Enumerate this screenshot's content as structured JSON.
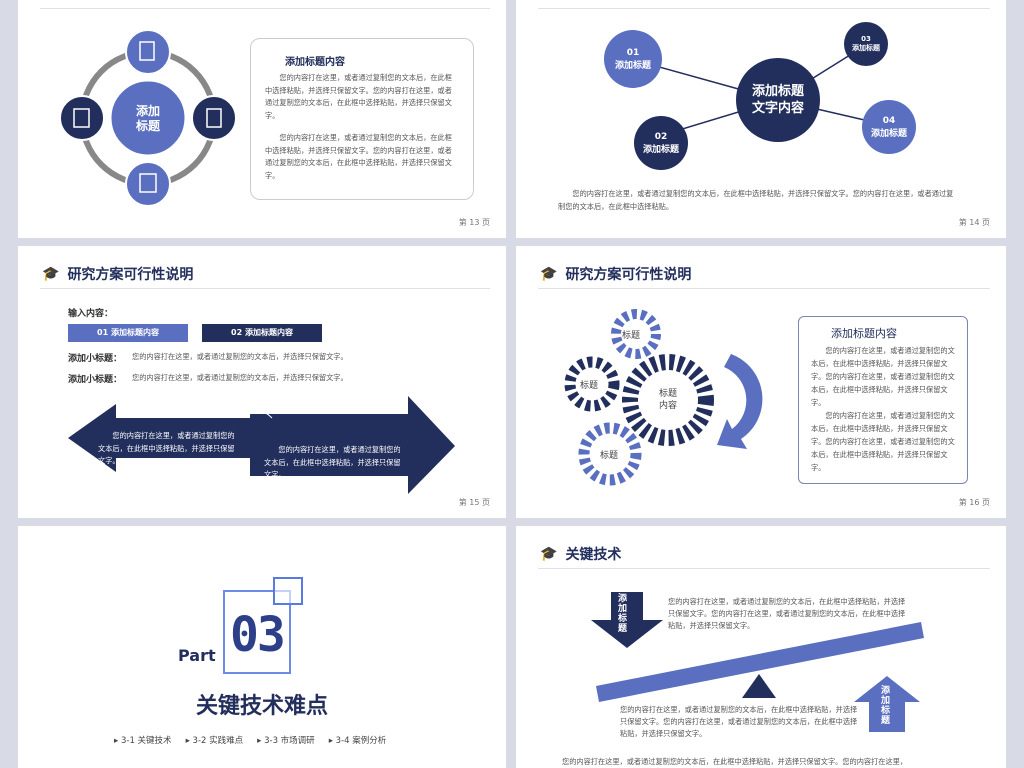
{
  "colors": {
    "navy": "#222e5c",
    "accent": "#5a6fc0",
    "background": "#d8dbe5"
  },
  "body_text": "您的内容打在这里，或者通过复制您的文本后，在此框中选择粘贴，并选择只保留文字。您的内容打在这里，或者通过复制您的文本后，在此框中选择粘贴，并选择只保留文字。",
  "slide13": {
    "center": "添加\n标题",
    "box_title": "添加标题内容",
    "para1": "您的内容打在这里，或者通过复制您的文本后，在此框中选择粘贴，并选择只保留文字。您的内容打在这里，或者通过复制您的文本后，在此框中选择粘贴，并选择只保留文字。",
    "para2": "您的内容打在这里，或者通过复制您的文本后，在此框中选择粘贴，并选择只保留文字。您的内容打在这里，或者通过复制您的文本后，在此框中选择粘贴，并选择只保留文字。",
    "page": "第 13 页"
  },
  "slide14": {
    "center": "添加标题\n文字内容",
    "nodes": [
      {
        "num": "01",
        "label": "添加标题"
      },
      {
        "num": "02",
        "label": "添加标题"
      },
      {
        "num": "03",
        "label": "添加标题"
      },
      {
        "num": "04",
        "label": "添加标题"
      }
    ],
    "para": "您的内容打在这里，或者通过复制您的文本后，在此框中选择粘贴，并选择只保留文字。您的内容打在这里，或者通过复制您的文本后，在此框中选择粘贴。",
    "page": "第 14 页"
  },
  "slide15": {
    "title": "研究方案可行性说明",
    "input_label": "输入内容：",
    "tab1": "01 添加标题内容",
    "tab2": "02 添加标题内容",
    "rows": [
      {
        "label": "添加小标题：",
        "text": "您的内容打在这里，或者通过复制您的文本后，并选择只保留文字。"
      },
      {
        "label": "添加小标题：",
        "text": "您的内容打在这里，或者通过复制您的文本后，并选择只保留文字。"
      }
    ],
    "arrow_left": "您的内容打在这里，或者通过复制您的文本后，在此框中选择粘贴，并选择只保留文字。",
    "arrow_right": "您的内容打在这里，或者通过复制您的文本后，在此框中选择粘贴，并选择只保留文字。",
    "page": "第 15 页"
  },
  "slide16": {
    "title": "研究方案可行性说明",
    "gears": [
      "标题",
      "标题",
      "标题内容",
      "标题"
    ],
    "box_title": "添加标题内容",
    "para1": "您的内容打在这里，或者通过复制您的文本后，在此框中选择粘贴，并选择只保留文字。您的内容打在这里，或者通过复制您的文本后，在此框中选择粘贴，并选择只保留文字。",
    "para2": "您的内容打在这里，或者通过复制您的文本后，在此框中选择粘贴，并选择只保留文字。您的内容打在这里，或者通过复制您的文本后，在此框中选择粘贴，并选择只保留文字。",
    "page": "第 16 页"
  },
  "slide17": {
    "part": "Part",
    "number": "03",
    "title": "关键技术难点",
    "items": [
      "3-1 关键技术",
      "3-2 实践难点",
      "3-3 市场调研",
      "3-4 案例分析"
    ]
  },
  "slide18": {
    "title": "关键技术",
    "arrow_down": "添加标题",
    "arrow_up": "添加标题",
    "text_top": "您的内容打在这里，或者通过复制您的文本后，在此框中选择粘贴，并选择只保留文字。您的内容打在这里，或者通过复制您的文本后，在此框中选择粘贴，并选择只保留文字。",
    "text_mid": "您的内容打在这里，或者通过复制您的文本后，在此框中选择粘贴，并选择只保留文字。您的内容打在这里，或者通过复制您的文本后，在此框中选择粘贴，并选择只保留文字。",
    "text_bottom": "您的内容打在这里，或者通过复制您的文本后，在此框中选择粘贴，并选择只保留文字。您的内容打在这里，"
  }
}
